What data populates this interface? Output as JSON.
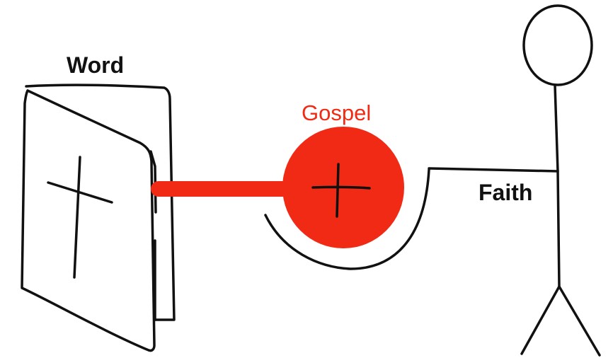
{
  "labels": {
    "word": "Word",
    "gospel": "Gospel",
    "faith": "Faith"
  },
  "colors": {
    "ink": "#111111",
    "gospel_red": "#f02a14"
  }
}
